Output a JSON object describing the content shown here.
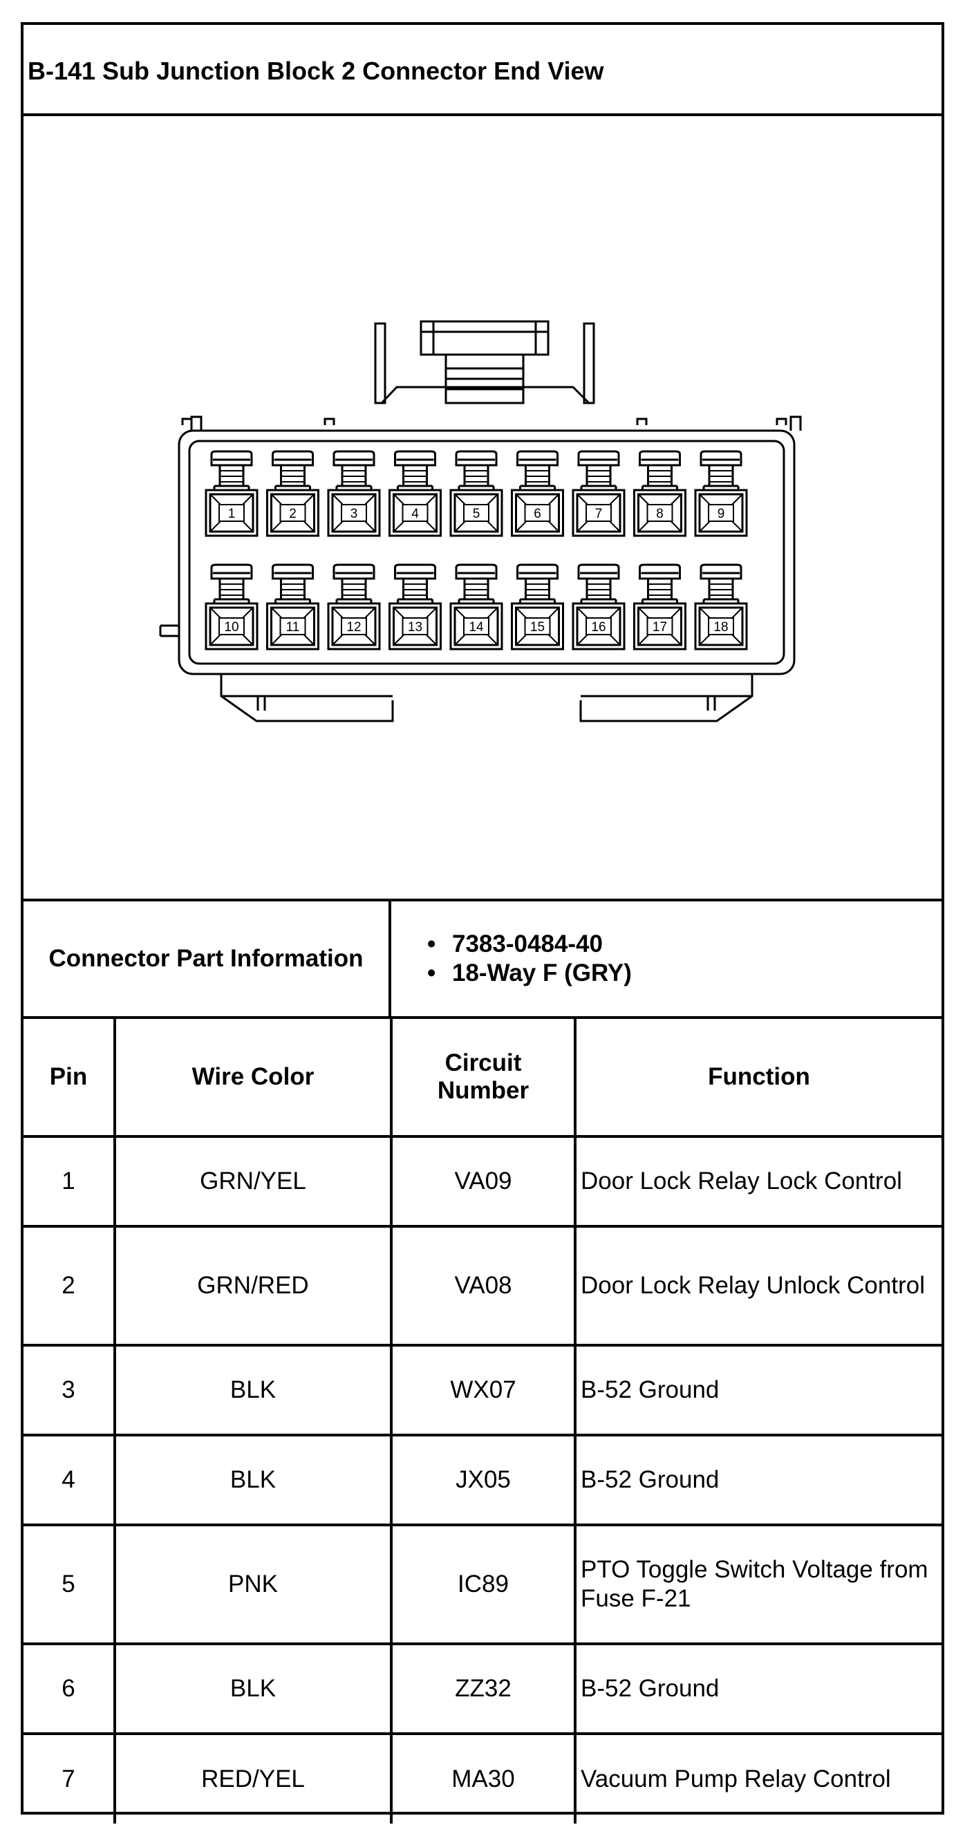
{
  "title": "B-141 Sub Junction Block 2 Connector End View",
  "connector_info": {
    "label": "Connector Part Information",
    "items": [
      "7383-0484-40",
      "18-Way F (GRY)"
    ]
  },
  "connector_pins": {
    "top_row": [
      "1",
      "2",
      "3",
      "4",
      "5",
      "6",
      "7",
      "8",
      "9"
    ],
    "bottom_row": [
      "10",
      "11",
      "12",
      "13",
      "14",
      "15",
      "16",
      "17",
      "18"
    ]
  },
  "table": {
    "headers": {
      "pin": "Pin",
      "wire_color": "Wire Color",
      "circuit_line1": "Circuit",
      "circuit_line2": "Number",
      "function": "Function"
    },
    "rows": [
      {
        "pin": "1",
        "wire_color": "GRN/YEL",
        "circuit": "VA09",
        "function": "Door Lock Relay Lock Control"
      },
      {
        "pin": "2",
        "wire_color": "GRN/RED",
        "circuit": "VA08",
        "function": "Door Lock Relay Unlock Control"
      },
      {
        "pin": "3",
        "wire_color": "BLK",
        "circuit": "WX07",
        "function": "B-52 Ground"
      },
      {
        "pin": "4",
        "wire_color": "BLK",
        "circuit": "JX05",
        "function": "B-52 Ground"
      },
      {
        "pin": "5",
        "wire_color": "PNK",
        "circuit": "IC89",
        "function": "PTO Toggle Switch Voltage from Fuse F-21"
      },
      {
        "pin": "6",
        "wire_color": "BLK",
        "circuit": "ZZ32",
        "function": "B-52 Ground"
      },
      {
        "pin": "7",
        "wire_color": "RED/YEL",
        "circuit": "MA30",
        "function": "Vacuum Pump Relay Control"
      }
    ]
  }
}
